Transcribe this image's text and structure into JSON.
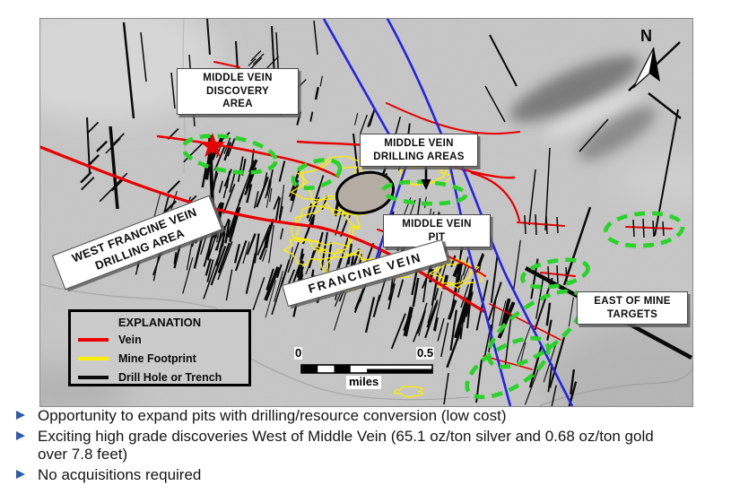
{
  "map": {
    "labels": {
      "discovery": "MIDDLE VEIN\nDISCOVERY\nAREA",
      "drilling_areas": "MIDDLE VEIN\nDRILLING AREAS",
      "pit": "MIDDLE VEIN\nPIT",
      "west_francine": "WEST FRANCINE VEIN\nDRILLING AREA",
      "francine": "FRANCINE VEIN",
      "east_targets": "EAST OF MINE\nTARGETS"
    },
    "compass_north": "N",
    "scale": {
      "start": "0",
      "end": "0.5",
      "unit": "miles"
    }
  },
  "legend": {
    "title": "EXPLANATION",
    "items": [
      {
        "label": "Vein",
        "color": "#ee0000"
      },
      {
        "label": "Mine Footprint",
        "color": "#ffee00"
      },
      {
        "label": "Drill Hole or Trench",
        "color": "#0a0a0a"
      }
    ]
  },
  "bullets": [
    "Opportunity to expand pits with drilling/resource conversion (low cost)",
    "Exciting high grade discoveries West of Middle Vein (65.1 oz/ton silver and 0.68 oz/ton gold over 7.8 feet)",
    "No acquisitions required"
  ],
  "colors": {
    "vein": "#e80000",
    "mine_footprint": "#ffee00",
    "drill": "#0a0a0a",
    "target_outline": "#28d428",
    "claim_line": "#2424e0",
    "star": "#e60000",
    "pit_fill": "#b5ada3"
  }
}
